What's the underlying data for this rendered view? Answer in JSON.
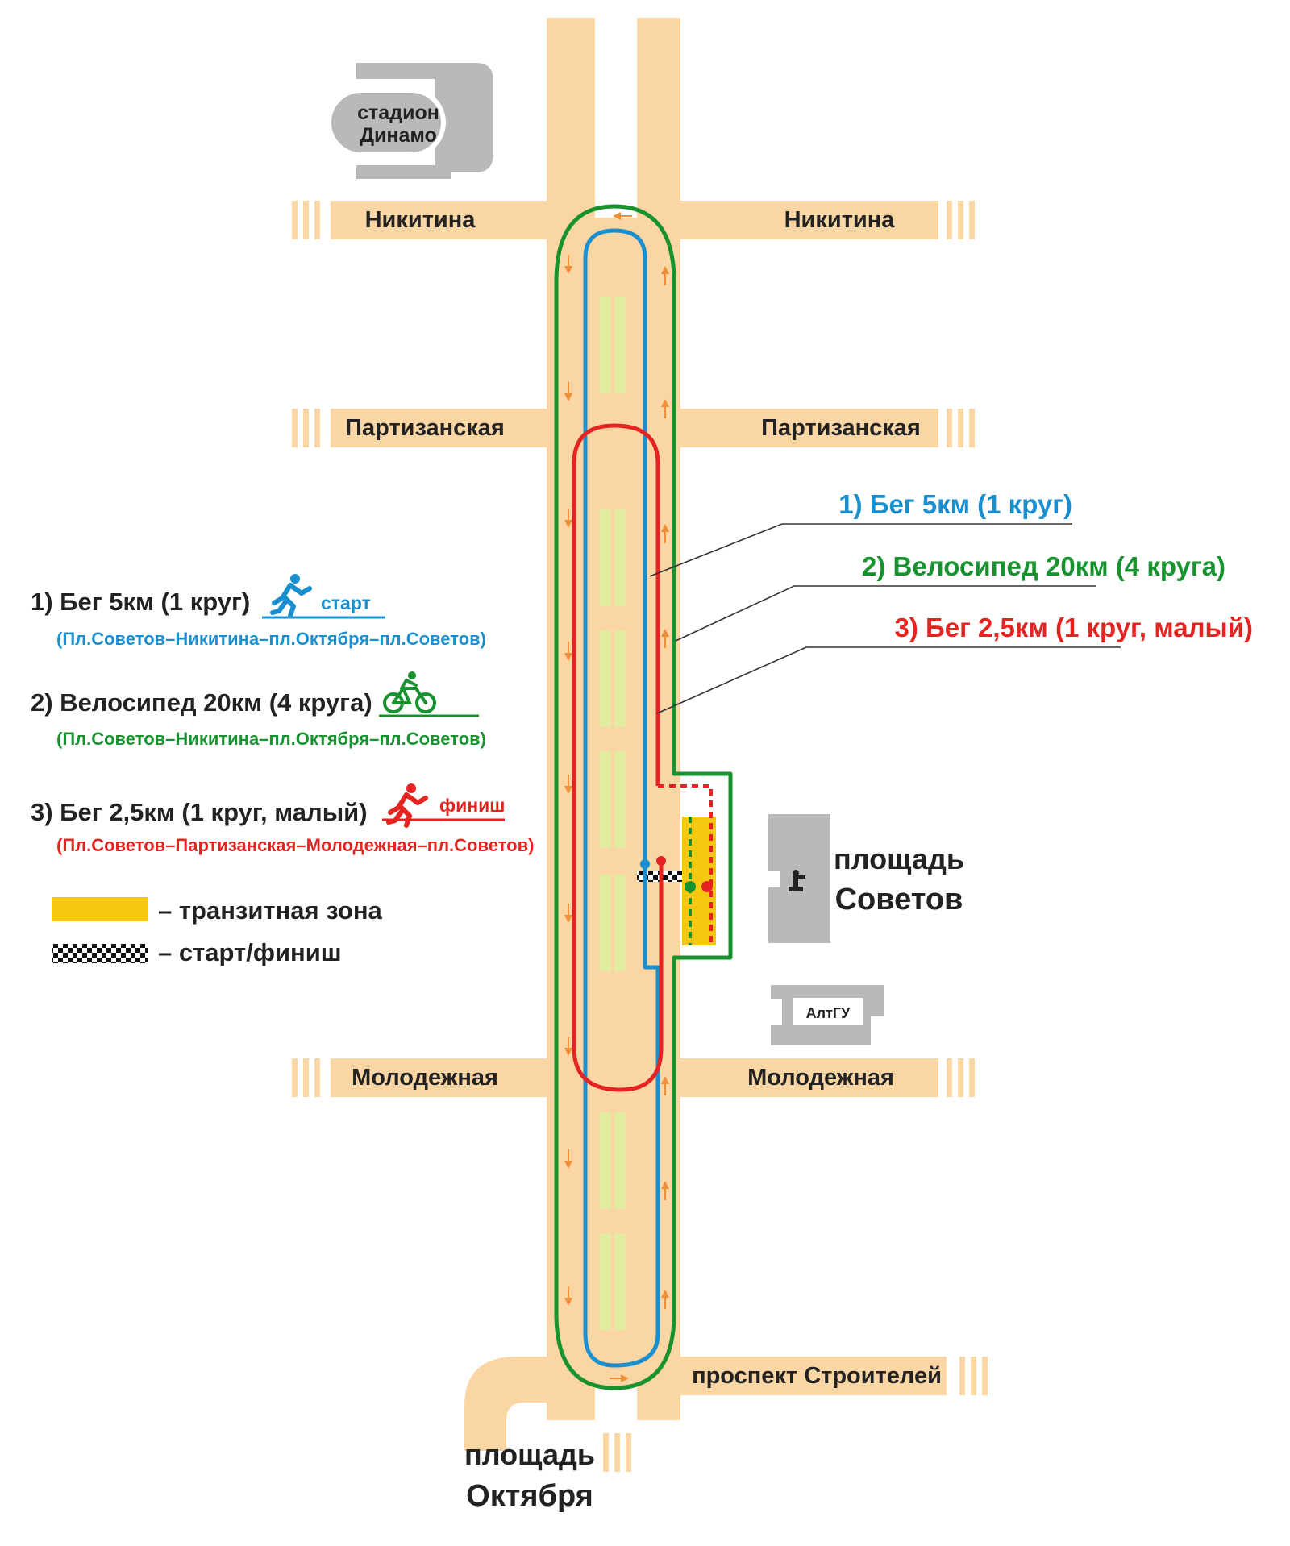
{
  "colors": {
    "road": "#fbd6a5",
    "blue": "#1a8fd0",
    "green": "#17922f",
    "red": "#e52421",
    "transit": "#f6c710",
    "arrow": "#ef8f3a",
    "building": "#b9b9b9",
    "grass": "#e2eca0",
    "text": "#222222"
  },
  "streets": {
    "nikitina_left": "Никитина",
    "nikitina_right": "Никитина",
    "partizanskaya_left": "Партизанская",
    "partizanskaya_right": "Партизанская",
    "molodezhnaya_left": "Молодежная",
    "molodezhnaya_right": "Молодежная",
    "stroiteley": "проспект Строителей"
  },
  "places": {
    "stadium_line1": "стадион",
    "stadium_line2": "Динамо",
    "sovetov_line1": "площадь",
    "sovetov_line2": "Советов",
    "altgu": "АлтГУ",
    "oktyabrya_line1": "площадь",
    "oktyabrya_line2": "Октября"
  },
  "callouts": {
    "run5": "1) Бег 5км (1 круг)",
    "bike": "2) Велосипед 20км (4 круга)",
    "run25": "3) Бег 2,5км (1 круг, малый)"
  },
  "legend": {
    "run5_title": "1) Бег 5км (1 круг)",
    "run5_badge": "старт",
    "run5_route": "(Пл.Советов–Никитина–пл.Октября–пл.Советов)",
    "bike_title": "2) Велосипед 20км (4 круга)",
    "bike_route": "(Пл.Советов–Никитина–пл.Октября–пл.Советов)",
    "run25_title": "3) Бег 2,5км (1 круг, малый)",
    "run25_badge": "финиш",
    "run25_route": "(Пл.Советов–Партизанская–Молодежная–пл.Советов)",
    "transit_label": "– транзитная зона",
    "startfinish_label": "– старт/финиш"
  },
  "icons": {
    "runner_start": "runner-icon",
    "cyclist": "cyclist-icon",
    "runner_finish": "runner-icon",
    "monument": "monument-icon"
  }
}
